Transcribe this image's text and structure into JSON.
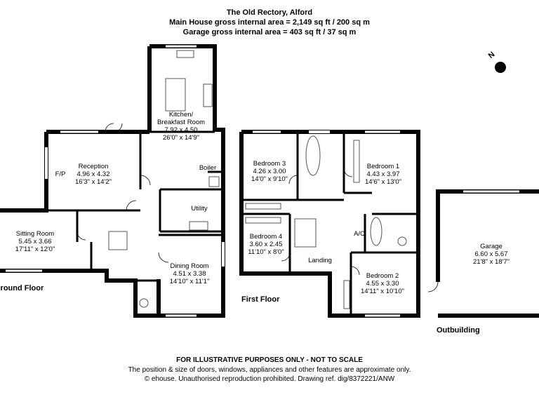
{
  "header": {
    "title": "The Old Rectory, Alford",
    "main_area": "Main House gross internal area = 2,149 sq ft / 200 sq m",
    "garage_area": "Garage gross internal area = 403 sq ft / 37 sq m"
  },
  "rooms": {
    "kitchen": {
      "name1": "Kitchen/",
      "name2": "Breakfast Room",
      "metric": "7.92 x 4.50",
      "imperial": "26'0\" x 14'9\""
    },
    "reception": {
      "name": "Reception",
      "metric": "4.96 x 4.32",
      "imperial": "16'3\" x 14'2\"",
      "fp": "F/P"
    },
    "sitting": {
      "name": "Sitting Room",
      "metric": "5.45 x 3.66",
      "imperial": "17'11\" x 12'0\""
    },
    "dining": {
      "name": "Dining Room",
      "metric": "4.51 x 3.38",
      "imperial": "14'10\" x 11'1\""
    },
    "boiler": "Boiler",
    "utility": "Utility",
    "bedroom1": {
      "name": "Bedroom 1",
      "metric": "4.43 x 3.97",
      "imperial": "14'6\" x 13'0\""
    },
    "bedroom2": {
      "name": "Bedroom 2",
      "metric": "4.55 x 3.30",
      "imperial": "14'11\" x 10'10\""
    },
    "bedroom3": {
      "name": "Bedroom 3",
      "metric": "4.26 x 3.00",
      "imperial": "14'0\" x 9'10\""
    },
    "bedroom4": {
      "name": "Bedroom 4",
      "metric": "3.60 x 2.45",
      "imperial": "11'10\" x 8'0\""
    },
    "ac": "A/C",
    "landing": "Landing",
    "garage": {
      "name": "Garage",
      "metric": "6.60 x 5.67",
      "imperial": "21'8\" x 18'7\""
    }
  },
  "floor_labels": {
    "ground": "Ground Floor",
    "first": "First Floor",
    "outbuilding": "Outbuilding"
  },
  "compass_label": "N",
  "footer": {
    "disclaimer": "FOR ILLUSTRATIVE PURPOSES ONLY - NOT TO SCALE",
    "note": "The position & size of doors, windows, appliances and other features are approximate only.",
    "copyright": "© ehouse. Unauthorised reproduction prohibited. Drawing ref. dig/8372221/ANW"
  },
  "colors": {
    "wall": "#000000",
    "window": "#ffffff",
    "fixture": "#555555"
  }
}
